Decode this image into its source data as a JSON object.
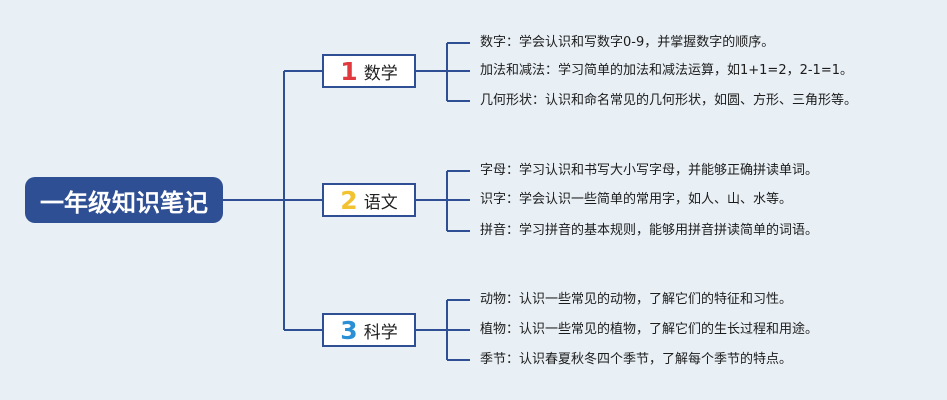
{
  "root": {
    "title": "一年级知识笔记"
  },
  "branches": [
    {
      "number": "1",
      "label": "数学",
      "number_color": "#e03a3e",
      "items": [
        "数字：学会认识和写数字0-9，并掌握数字的顺序。",
        "加法和减法：学习简单的加法和减法运算，如1+1=2，2-1=1。",
        "几何形状：认识和命名常见的几何形状，如圆、方形、三角形等。"
      ]
    },
    {
      "number": "2",
      "label": "语文",
      "number_color": "#f2c230",
      "items": [
        "字母：学习认识和书写大小写字母，并能够正确拼读单词。",
        "识字：学会认识一些简单的常用字，如人、山、水等。",
        "拼音：学习拼音的基本规则，能够用拼音拼读简单的词语。"
      ]
    },
    {
      "number": "3",
      "label": "科学",
      "number_color": "#2b8fd6",
      "items": [
        "动物：认识一些常见的动物，了解它们的特征和习性。",
        "植物：认识一些常见的植物，了解它们的生长过程和用途。",
        "季节：认识春夏秋冬四个季节，了解每个季节的特点。"
      ]
    }
  ],
  "colors": {
    "background": "#e8eff5",
    "root_fill": "#2f4f94",
    "connector": "#2f4f94"
  }
}
